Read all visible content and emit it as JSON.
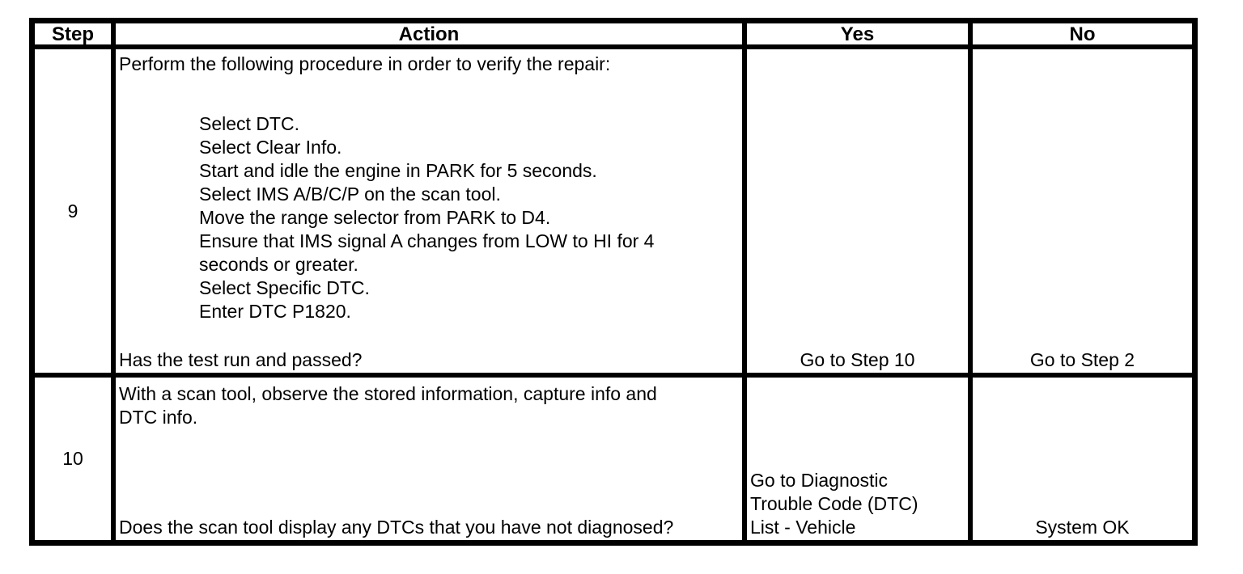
{
  "page": {
    "background": "#ffffff"
  },
  "table": {
    "border_color": "#000000",
    "text_color": "#000000",
    "headers": {
      "step": "Step",
      "action": "Action",
      "yes": "Yes",
      "no": "No"
    },
    "rows": [
      {
        "step": "9",
        "action_intro_lines": [
          "Perform the following procedure in order to verify the repair:"
        ],
        "action_steps": [
          "Select DTC.",
          "Select Clear Info.",
          "Start and idle the engine in PARK for 5 seconds.",
          "Select IMS A/B/C/P on the scan tool.",
          "Move the range selector from PARK to D4.",
          "Ensure that IMS signal A changes from LOW to HI for 4",
          "seconds or greater.",
          "Select Specific DTC.",
          "Enter DTC P1820."
        ],
        "action_question": "Has the test run and passed?",
        "yes_lines": [
          "Go to Step 10"
        ],
        "no_lines": [
          "Go to Step 2"
        ]
      },
      {
        "step": "10",
        "action_intro_lines": [
          "With a scan tool, observe the stored information, capture info and",
          "DTC info."
        ],
        "action_steps": [],
        "action_question": "Does the scan tool display any DTCs that you have not diagnosed?",
        "yes_lines": [
          "Go to Diagnostic",
          "Trouble Code (DTC)",
          "List - Vehicle"
        ],
        "no_lines": [
          "System OK"
        ]
      }
    ]
  }
}
